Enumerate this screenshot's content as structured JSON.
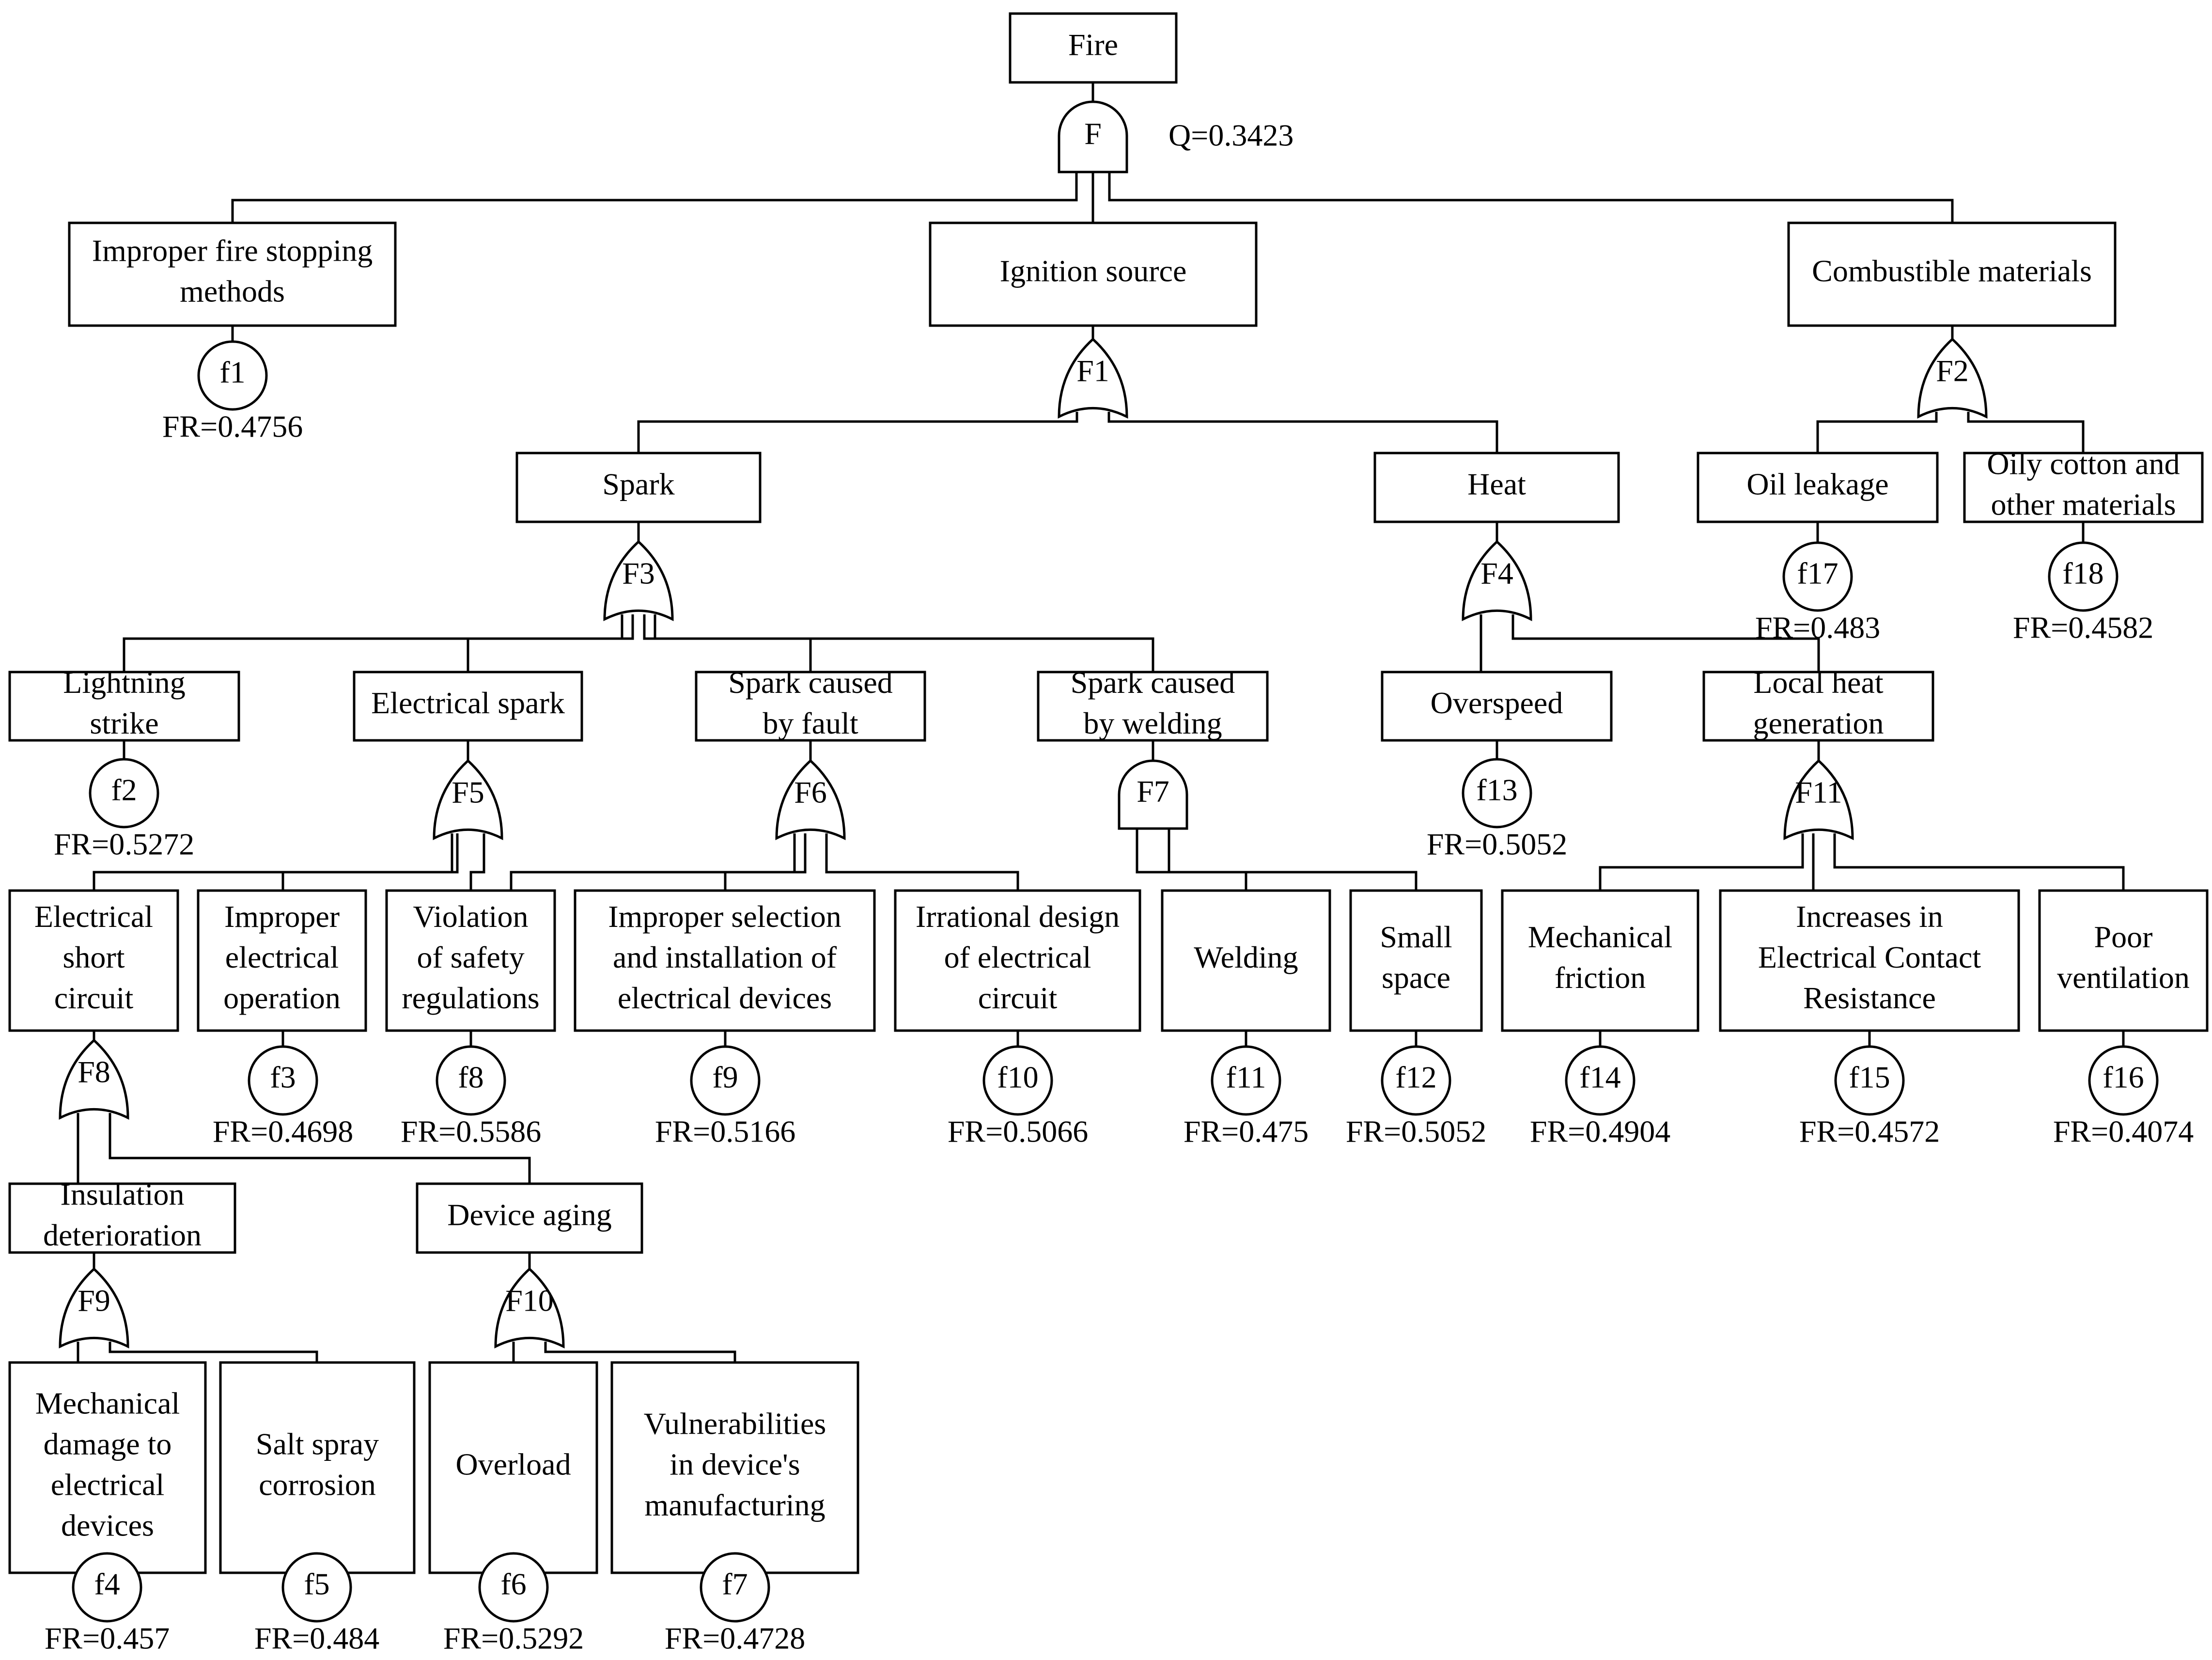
{
  "top_probability": "Q=0.3423",
  "events": {
    "fire": [
      "Fire"
    ],
    "improper_fire_stopping": [
      "Improper fire stopping",
      "methods"
    ],
    "ignition_source": [
      "Ignition source"
    ],
    "combustible_materials": [
      "Combustible materials"
    ],
    "spark": [
      "Spark"
    ],
    "heat": [
      "Heat"
    ],
    "oil_leakage": [
      "Oil leakage"
    ],
    "oily_cotton": [
      "Oily cotton and",
      "other materials"
    ],
    "lightning_strike": [
      "Lightning",
      "strike"
    ],
    "electrical_spark": [
      "Electrical spark"
    ],
    "spark_fault": [
      "Spark caused",
      "by fault"
    ],
    "spark_welding": [
      "Spark caused",
      "by welding"
    ],
    "overspeed": [
      "Overspeed"
    ],
    "local_heat": [
      "Local heat",
      "generation"
    ],
    "electrical_short": [
      "Electrical",
      "short",
      "circuit"
    ],
    "improper_operation": [
      "Improper",
      "electrical",
      "operation"
    ],
    "violation_safety": [
      "Violation",
      "of safety",
      "regulations"
    ],
    "improper_selection": [
      "Improper selection",
      "and installation of",
      "electrical devices"
    ],
    "irrational_design": [
      "Irrational design",
      "of electrical",
      "circuit"
    ],
    "welding": [
      "Welding"
    ],
    "small_space": [
      "Small",
      "space"
    ],
    "mechanical_friction": [
      "Mechanical",
      "friction"
    ],
    "contact_resistance": [
      "Increases in",
      "Electrical Contact",
      "Resistance"
    ],
    "poor_ventilation": [
      "Poor",
      "ventilation"
    ],
    "insulation_deterioration": [
      "Insulation",
      "deterioration"
    ],
    "device_aging": [
      "Device aging"
    ],
    "mechanical_damage": [
      "Mechanical",
      "damage to",
      "electrical",
      "devices"
    ],
    "salt_spray": [
      "Salt spray",
      "corrosion"
    ],
    "overload": [
      "Overload"
    ],
    "vulnerabilities": [
      "Vulnerabilities",
      "in device's",
      "manufacturing"
    ]
  },
  "gates": {
    "F": {
      "label": "F",
      "type": "AND"
    },
    "F1": {
      "label": "F1",
      "type": "OR"
    },
    "F2": {
      "label": "F2",
      "type": "OR"
    },
    "F3": {
      "label": "F3",
      "type": "OR"
    },
    "F4": {
      "label": "F4",
      "type": "OR"
    },
    "F5": {
      "label": "F5",
      "type": "OR"
    },
    "F6": {
      "label": "F6",
      "type": "OR"
    },
    "F7": {
      "label": "F7",
      "type": "AND"
    },
    "F8": {
      "label": "F8",
      "type": "OR"
    },
    "F9": {
      "label": "F9",
      "type": "OR"
    },
    "F10": {
      "label": "F10",
      "type": "OR"
    },
    "F11": {
      "label": "F11",
      "type": "OR"
    }
  },
  "basic_events": {
    "f1": {
      "label": "f1",
      "fr": "FR=0.4756"
    },
    "f2": {
      "label": "f2",
      "fr": "FR=0.5272"
    },
    "f3": {
      "label": "f3",
      "fr": "FR=0.4698"
    },
    "f4": {
      "label": "f4",
      "fr": "FR=0.457"
    },
    "f5": {
      "label": "f5",
      "fr": "FR=0.484"
    },
    "f6": {
      "label": "f6",
      "fr": "FR=0.5292"
    },
    "f7": {
      "label": "f7",
      "fr": "FR=0.4728"
    },
    "f8": {
      "label": "f8",
      "fr": "FR=0.5586"
    },
    "f9": {
      "label": "f9",
      "fr": "FR=0.5166"
    },
    "f10": {
      "label": "f10",
      "fr": "FR=0.5066"
    },
    "f11": {
      "label": "f11",
      "fr": "FR=0.475"
    },
    "f12": {
      "label": "f12",
      "fr": "FR=0.5052"
    },
    "f13": {
      "label": "f13",
      "fr": "FR=0.5052"
    },
    "f14": {
      "label": "f14",
      "fr": "FR=0.4904"
    },
    "f15": {
      "label": "f15",
      "fr": "FR=0.4572"
    },
    "f16": {
      "label": "f16",
      "fr": "FR=0.4074"
    },
    "f17": {
      "label": "f17",
      "fr": "FR=0.483"
    },
    "f18": {
      "label": "f18",
      "fr": "FR=0.4582"
    }
  }
}
